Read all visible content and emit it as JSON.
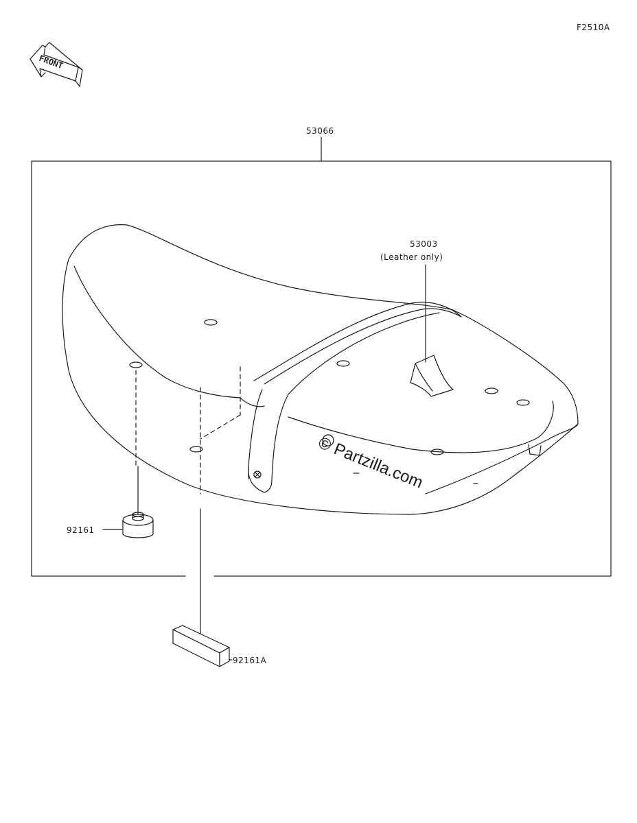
{
  "figure_code": "F2510A",
  "direction_indicator": {
    "label": "FRONT"
  },
  "parts": {
    "seat_assembly": {
      "number": "53066"
    },
    "cover": {
      "number": "53003",
      "note": "(Leather only)"
    },
    "damper": {
      "number": "92161"
    },
    "damper_block": {
      "number": "92161A"
    }
  },
  "watermark": {
    "text": "© Partzilla.com"
  }
}
